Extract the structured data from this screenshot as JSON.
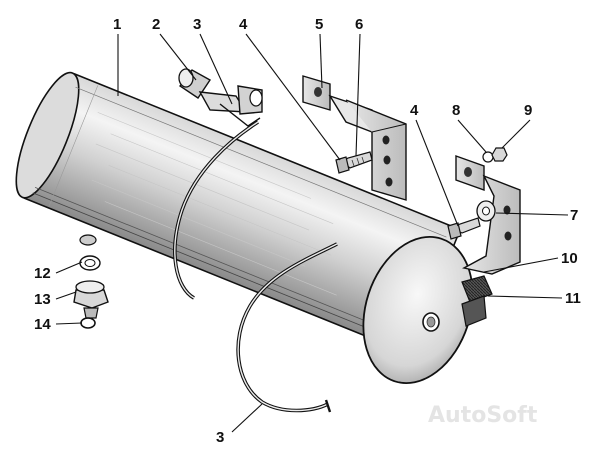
{
  "diagram": {
    "callouts": [
      {
        "id": "c1",
        "label": "1"
      },
      {
        "id": "c2",
        "label": "2"
      },
      {
        "id": "c3a",
        "label": "3"
      },
      {
        "id": "c4a",
        "label": "4"
      },
      {
        "id": "c5",
        "label": "5"
      },
      {
        "id": "c6",
        "label": "6"
      },
      {
        "id": "c4b",
        "label": "4"
      },
      {
        "id": "c8",
        "label": "8"
      },
      {
        "id": "c9",
        "label": "9"
      },
      {
        "id": "c7",
        "label": "7"
      },
      {
        "id": "c10",
        "label": "10"
      },
      {
        "id": "c11",
        "label": "11"
      },
      {
        "id": "c12",
        "label": "12"
      },
      {
        "id": "c13",
        "label": "13"
      },
      {
        "id": "c14",
        "label": "14"
      },
      {
        "id": "c3b",
        "label": "3"
      }
    ],
    "watermark": "AutoSoft"
  }
}
